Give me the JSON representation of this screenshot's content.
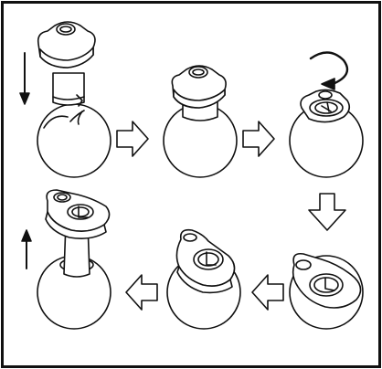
{
  "diagram": {
    "steps": [
      {
        "id": 1,
        "object": "apple",
        "tool": "corer",
        "state": "tool above apple, push down"
      },
      {
        "id": 2,
        "object": "apple",
        "tool": "corer",
        "state": "tool pressed into apple"
      },
      {
        "id": 3,
        "object": "apple",
        "tool": "corer",
        "state": "rotate tool"
      },
      {
        "id": 4,
        "object": "apple",
        "tool": "corer",
        "state": "top view, rotated"
      },
      {
        "id": 5,
        "object": "apple",
        "tool": "corer",
        "state": "rotated further"
      },
      {
        "id": 6,
        "object": "apple",
        "tool": "corer",
        "state": "pull tool up with core"
      }
    ],
    "arrows": [
      "down-arrow",
      "right-arrow",
      "right-arrow",
      "rotate-arrow",
      "down-arrow",
      "left-arrow",
      "left-arrow",
      "up-arrow"
    ],
    "colors": {
      "stroke": "#111111",
      "fill": "#ffffff",
      "frame": "#111111"
    }
  }
}
